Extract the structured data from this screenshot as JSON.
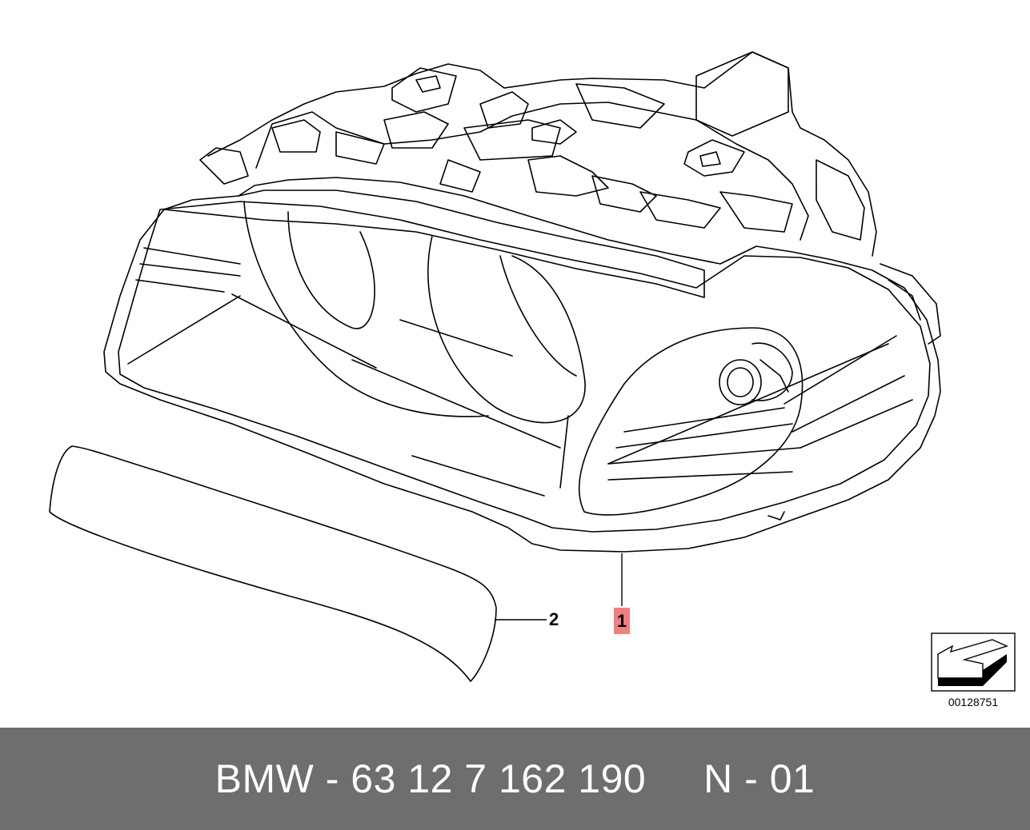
{
  "diagram": {
    "callouts": [
      {
        "id": "1",
        "label": "1",
        "highlight_color": "#f08080"
      },
      {
        "id": "2",
        "label": "2"
      }
    ],
    "drawing_number": "00128751",
    "orientation_icon": "direction-arrow-icon"
  },
  "footer": {
    "text": "BMW - 63 12 7 162 190     N - 01",
    "background_color": "#6e6e6e",
    "text_color": "#ffffff"
  }
}
